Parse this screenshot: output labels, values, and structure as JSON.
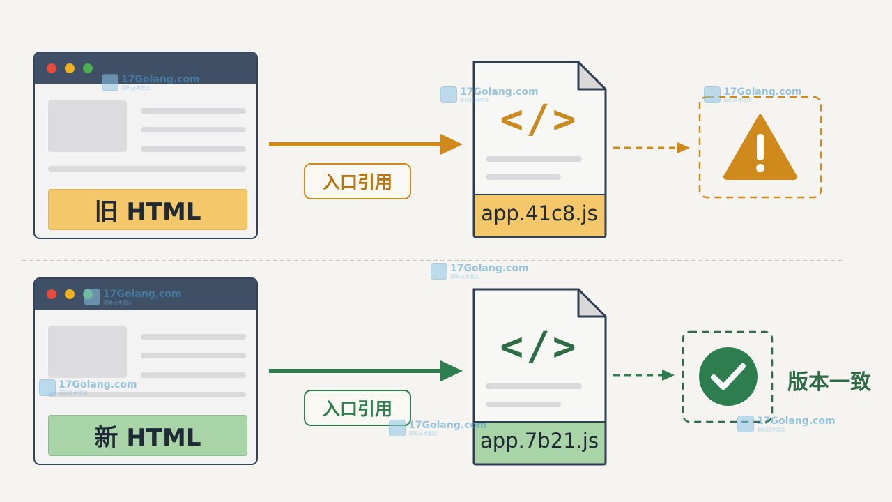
{
  "old_flow": {
    "html_label": "旧 HTML",
    "arrow_label": "入口引用",
    "file_name": "app.41c8.js",
    "code_symbol": "</>",
    "result_icon": "warning-icon",
    "accent_color": "#d08a1c"
  },
  "new_flow": {
    "html_label": "新 HTML",
    "arrow_label": "入口引用",
    "file_name": "app.7b21.js",
    "code_symbol": "</>",
    "result_icon": "check-circle-icon",
    "result_text": "版本一致",
    "accent_color": "#2e7d4f"
  },
  "watermark": {
    "site": "17Golang.com",
    "tagline": "源码技术图文"
  }
}
